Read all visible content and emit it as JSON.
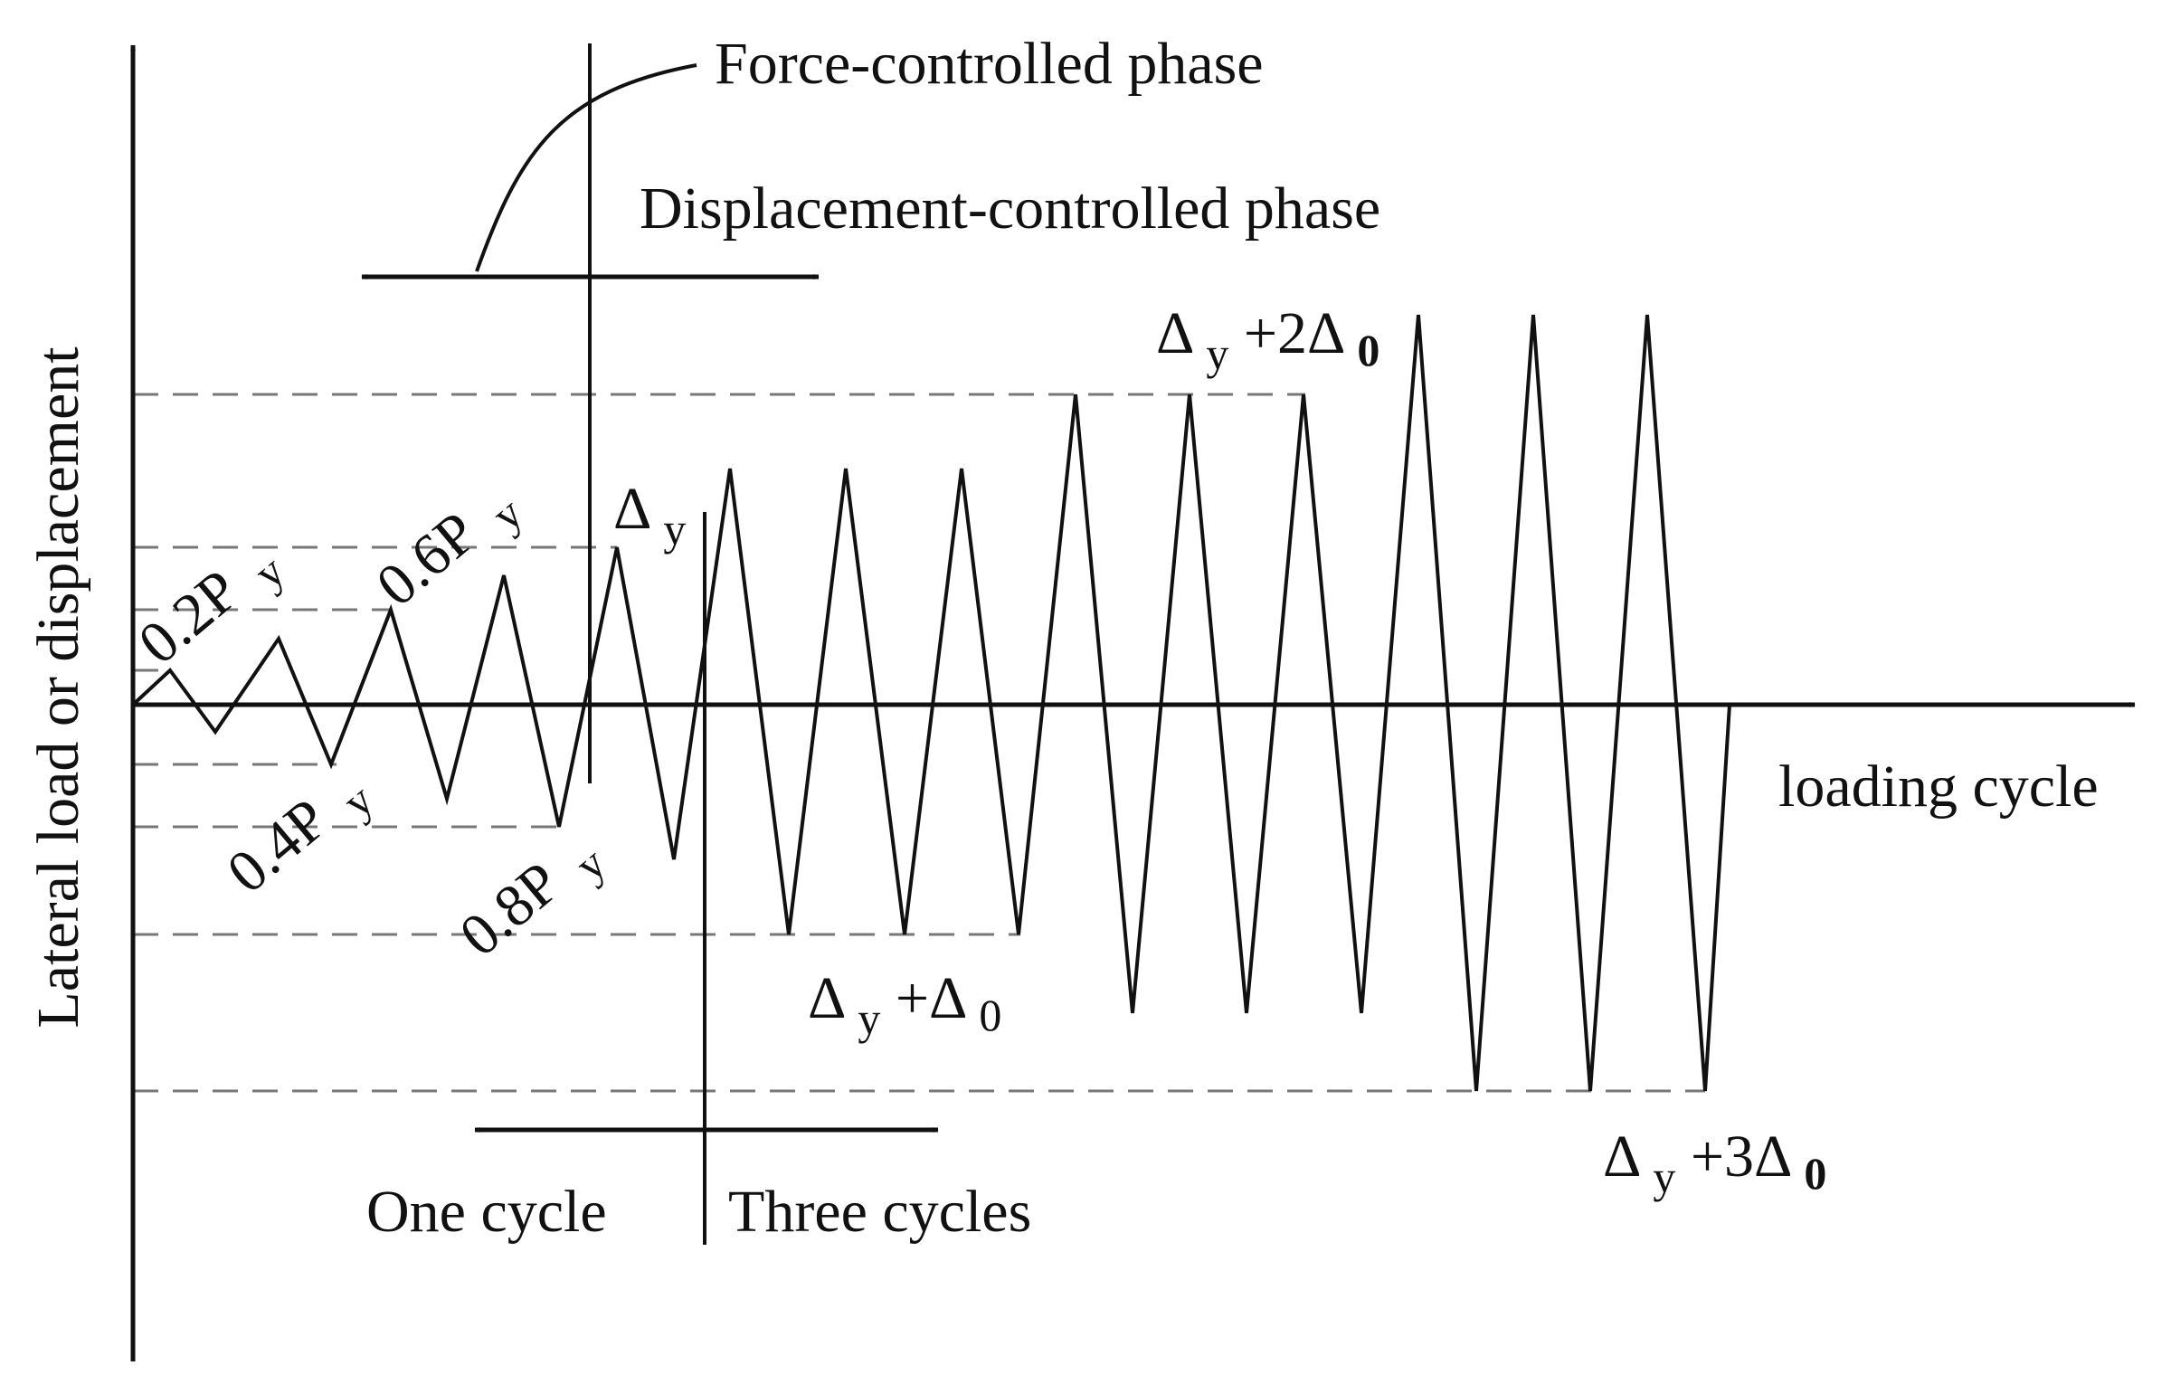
{
  "diagram": {
    "y_axis_label": "Lateral load or displacement",
    "x_axis_label": "loading cycle",
    "phase_labels": {
      "force": "Force-controlled phase",
      "displacement": "Displacement-controlled phase"
    },
    "cycle_labels": {
      "one": "One cycle",
      "three": "Three cycles"
    },
    "force_levels": {
      "p02": {
        "coef": "0.2P",
        "sub": "y"
      },
      "p04": {
        "coef": "0.4P",
        "sub": "y"
      },
      "p06": {
        "coef": "0.6P",
        "sub": "y"
      },
      "p08": {
        "coef": "0.8P",
        "sub": "y"
      }
    },
    "displacement_levels": {
      "d0": {
        "a": "Δ",
        "s1": "y",
        "b": ""
      },
      "d1": {
        "a": "Δ",
        "s1": "y",
        "b": "+Δ",
        "s2": "0"
      },
      "d2": {
        "a": "Δ",
        "s1": "y",
        "b": "+2Δ",
        "s2": "0"
      },
      "d3": {
        "a": "Δ",
        "s1": "y",
        "b": "+3Δ",
        "s2": "0"
      }
    },
    "colors": {
      "line": "#111111",
      "dashed_guides": "#777777"
    }
  }
}
